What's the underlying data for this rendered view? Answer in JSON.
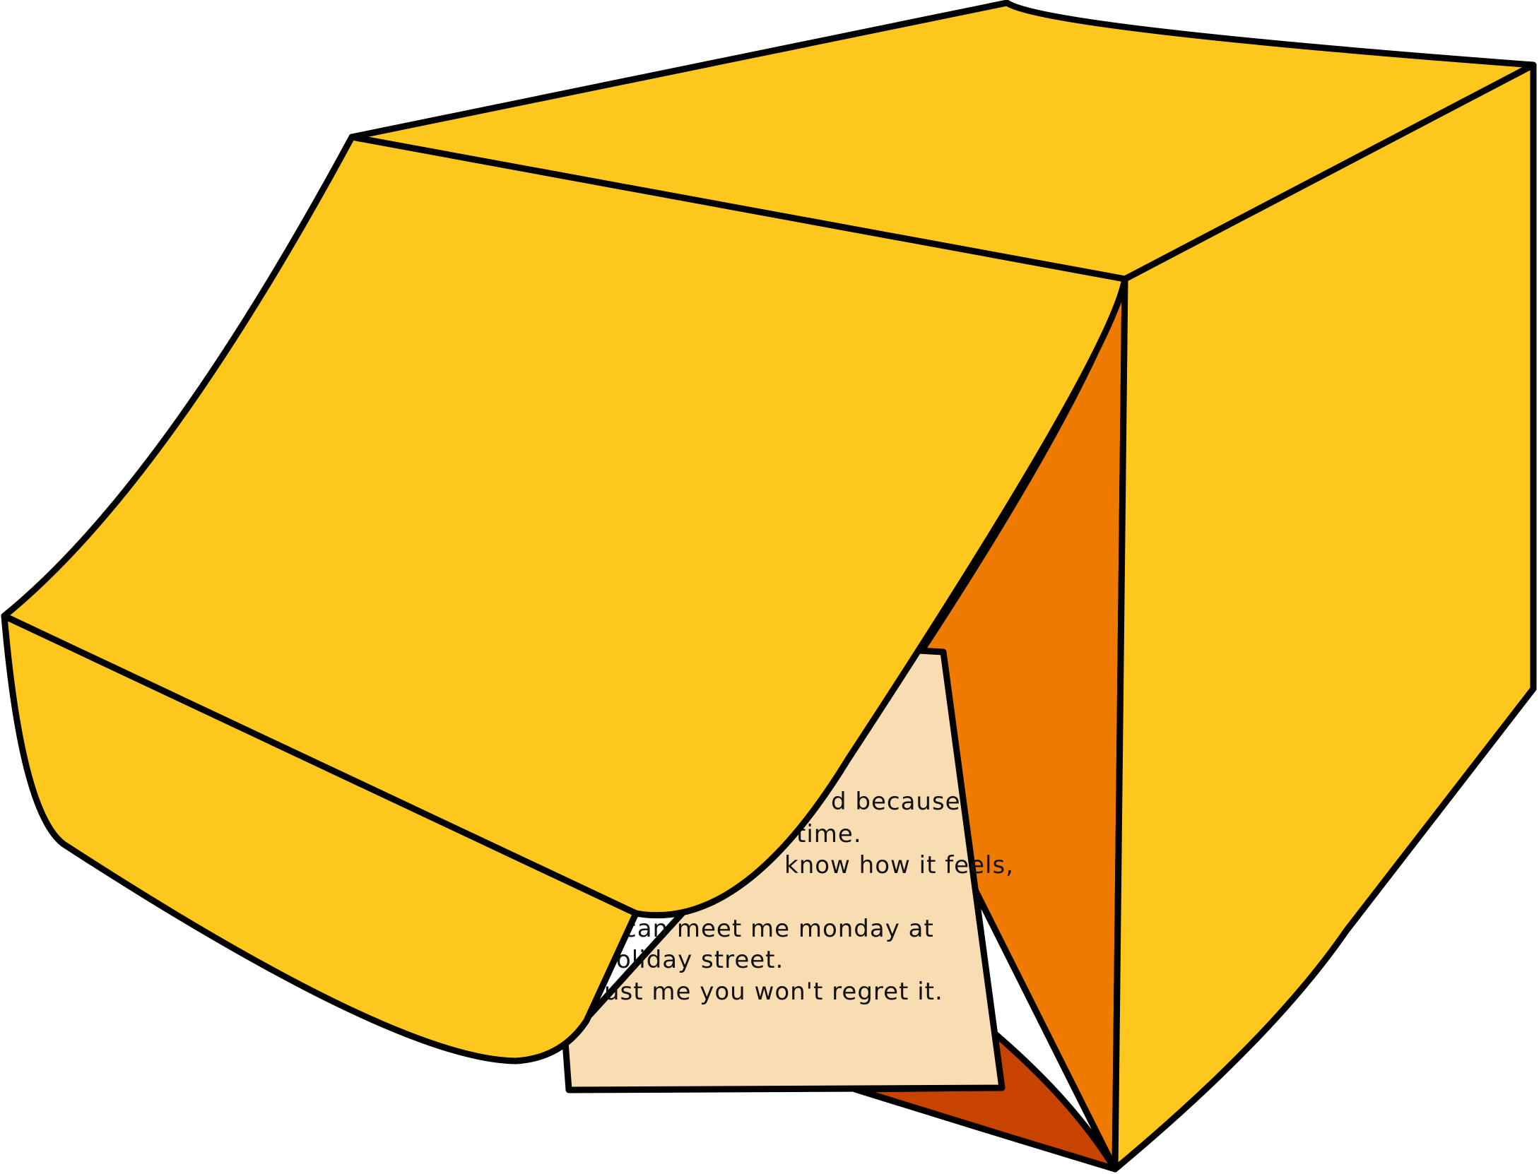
{
  "colors": {
    "box_yellow": "#FDC71E",
    "box_inner_orange": "#EE7B00",
    "box_shadow_orange": "#C94300",
    "note_paper": "#F8DDB3",
    "outline": "#000000"
  },
  "note": {
    "lines": [
      "d because",
      "time.",
      "know how it feels,",
      "p.",
      "can meet me monday at",
      "oliday street.",
      "ust me you won't regret it."
    ]
  }
}
